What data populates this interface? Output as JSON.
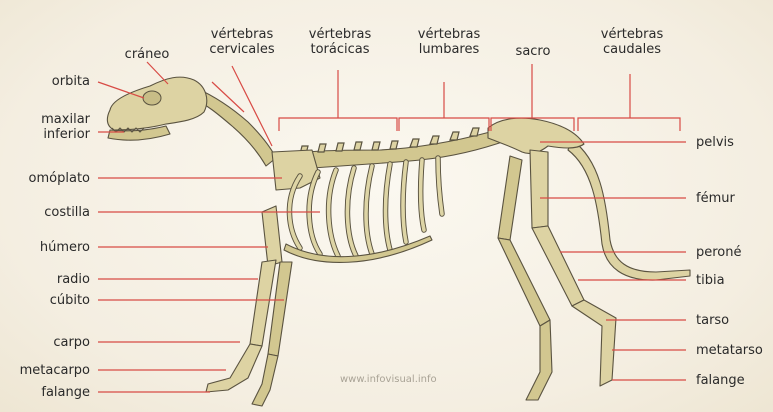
{
  "labels": {
    "craneo": "cráneo",
    "vertebras_cervicales": [
      "vértebras",
      "cervicales"
    ],
    "vertebras_toracicas": [
      "vértebras",
      "torácicas"
    ],
    "vertebras_lumbares": [
      "vértebras",
      "lumbares"
    ],
    "sacro": "sacro",
    "vertebras_caudales": [
      "vértebras",
      "caudales"
    ],
    "orbita": "orbita",
    "maxilar_inferior": [
      "maxilar",
      "inferior"
    ],
    "omoplato": "omóplato",
    "costilla": "costilla",
    "humero": "húmero",
    "radio": "radio",
    "cubito": "cúbito",
    "carpo": "carpo",
    "metacarpo": "metacarpo",
    "falange_izq": "falange",
    "pelvis": "pelvis",
    "femur": "fémur",
    "perone": "peroné",
    "tibia": "tibia",
    "tarso": "tarso",
    "metatarso": "metatarso",
    "falange_der": "falange"
  },
  "watermark": "www.infovisual.info",
  "colors": {
    "leader": "#d84b45",
    "bone": "#ddd3a3",
    "outline": "#5a5340",
    "background": "#f6f1e6"
  }
}
